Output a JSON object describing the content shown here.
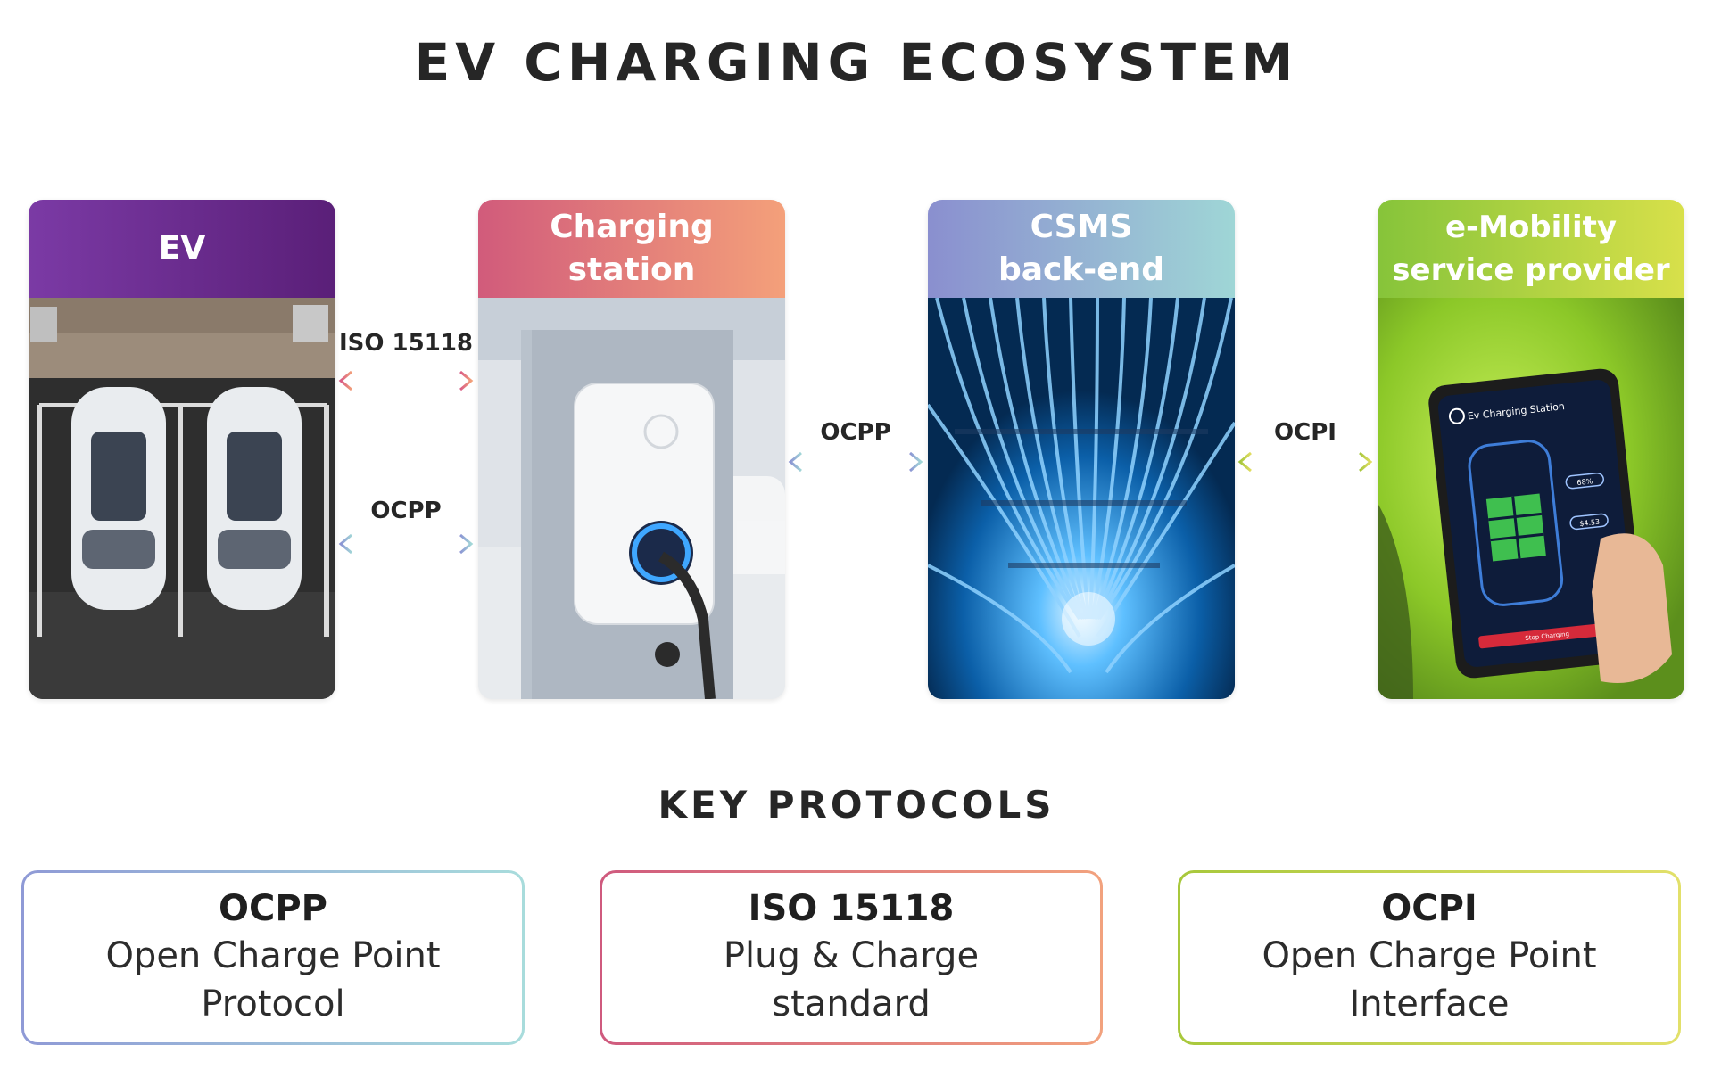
{
  "title": "EV CHARGING ECOSYSTEM",
  "nodes": [
    {
      "line1": "EV",
      "line2": "",
      "colors": [
        "#7b3aa5",
        "#5a1f78"
      ]
    },
    {
      "line1": "Charging",
      "line2": "station",
      "colors": [
        "#d15b7b",
        "#f4a07a"
      ]
    },
    {
      "line1": "CSMS",
      "line2": "back-end",
      "colors": [
        "#8a8fcf",
        "#9fd6d6"
      ]
    },
    {
      "line1": "e-Mobility",
      "line2": "service provider",
      "colors": [
        "#86c43a",
        "#d8e04a"
      ]
    }
  ],
  "connections": {
    "ev_station_top": "ISO 15118",
    "ev_station_bottom": "OCPP",
    "station_csms": "OCPP",
    "csms_emsp": "OCPI"
  },
  "app_screen": {
    "header": "Ev Charging Station",
    "stat1": "68%",
    "stat2": "$4.53",
    "button": "Stop Charging"
  },
  "key_protocols_title": "KEY PROTOCOLS",
  "protocols": [
    {
      "name": "OCPP",
      "desc1": "Open Charge Point",
      "desc2": "Protocol",
      "colors": [
        "#8f9ad6",
        "#a8dcdc"
      ]
    },
    {
      "name": "ISO 15118",
      "desc1": "Plug & Charge",
      "desc2": "standard",
      "colors": [
        "#cf5a7e",
        "#f2a27e"
      ]
    },
    {
      "name": "OCPI",
      "desc1": "Open Charge Point",
      "desc2": "Interface",
      "colors": [
        "#a8c83c",
        "#e2e06a"
      ]
    }
  ]
}
